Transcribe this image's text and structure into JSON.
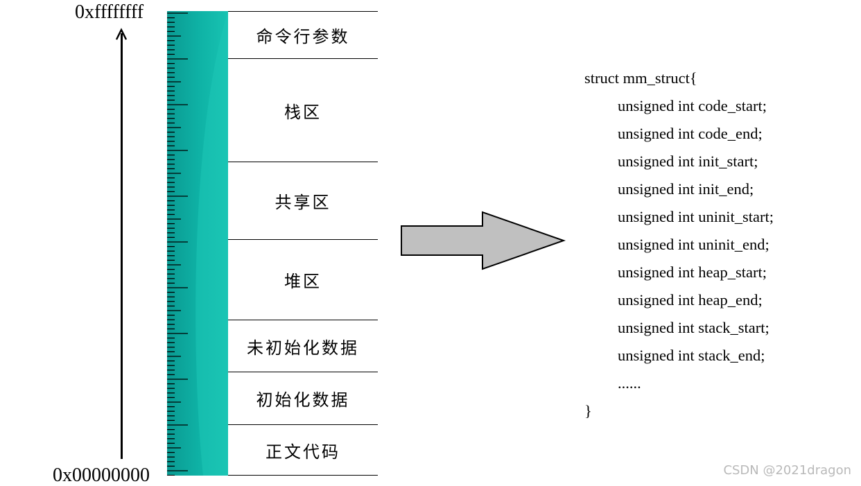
{
  "address": {
    "high": "0xffffffff",
    "low": "0x00000000"
  },
  "regions": [
    {
      "id": "cmdline",
      "label": "命令行参数"
    },
    {
      "id": "stack",
      "label": "栈区"
    },
    {
      "id": "shared",
      "label": "共享区"
    },
    {
      "id": "heap",
      "label": "堆区"
    },
    {
      "id": "bss",
      "label": "未初始化数据"
    },
    {
      "id": "data",
      "label": "初始化数据"
    },
    {
      "id": "text",
      "label": "正文代码"
    }
  ],
  "code": {
    "header": "struct mm_struct{",
    "fields": [
      "unsigned int code_start;",
      "unsigned int code_end;",
      "unsigned int init_start;",
      "unsigned int init_end;",
      "unsigned int uninit_start;",
      "unsigned int uninit_end;",
      "unsigned int heap_start;",
      "unsigned int heap_end;",
      "unsigned int stack_start;",
      "unsigned int stack_end;",
      "......"
    ],
    "footer": "}"
  },
  "watermark": "CSDN @2021dragon",
  "colors": {
    "ruler_dark": "#0a9c94",
    "ruler_light": "#16c1b0",
    "arrow_fill": "#c0c0c0"
  }
}
